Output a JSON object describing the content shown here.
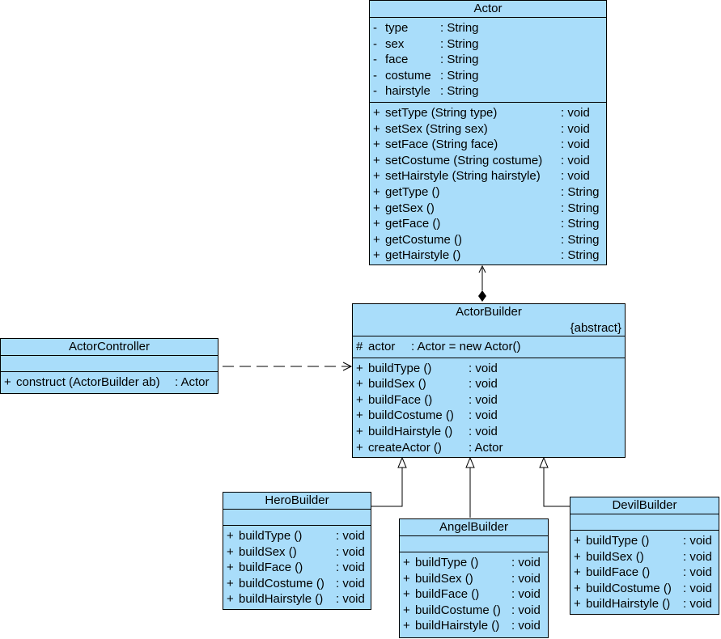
{
  "classes": {
    "actor": {
      "name": "Actor",
      "attributes": [
        {
          "vis": "-",
          "name": "type",
          "type": ": String"
        },
        {
          "vis": "-",
          "name": "sex",
          "type": ": String"
        },
        {
          "vis": "-",
          "name": "face",
          "type": ": String"
        },
        {
          "vis": "-",
          "name": "costume",
          "type": ": String"
        },
        {
          "vis": "-",
          "name": "hairstyle",
          "type": ": String"
        }
      ],
      "operations": [
        {
          "vis": "+",
          "name": "setType (String type)",
          "type": ": void"
        },
        {
          "vis": "+",
          "name": "setSex (String sex)",
          "type": ": void"
        },
        {
          "vis": "+",
          "name": "setFace (String face)",
          "type": ": void"
        },
        {
          "vis": "+",
          "name": "setCostume (String costume)",
          "type": ": void"
        },
        {
          "vis": "+",
          "name": "setHairstyle (String hairstyle)",
          "type": ": void"
        },
        {
          "vis": "+",
          "name": "getType ()",
          "type": ": String"
        },
        {
          "vis": "+",
          "name": "getSex ()",
          "type": ": String"
        },
        {
          "vis": "+",
          "name": "getFace ()",
          "type": ": String"
        },
        {
          "vis": "+",
          "name": "getCostume ()",
          "type": ": String"
        },
        {
          "vis": "+",
          "name": "getHairstyle ()",
          "type": ": String"
        }
      ]
    },
    "actor_builder": {
      "name": "ActorBuilder",
      "stereotype": "{abstract}",
      "attributes": [
        {
          "vis": "#",
          "name": "actor",
          "type": ": Actor  = new Actor()"
        }
      ],
      "operations": [
        {
          "vis": "+",
          "name": "buildType ()",
          "type": ": void"
        },
        {
          "vis": "+",
          "name": "buildSex ()",
          "type": ": void"
        },
        {
          "vis": "+",
          "name": "buildFace ()",
          "type": ": void"
        },
        {
          "vis": "+",
          "name": "buildCostume ()",
          "type": ": void"
        },
        {
          "vis": "+",
          "name": "buildHairstyle ()",
          "type": ": void"
        },
        {
          "vis": "+",
          "name": "createActor ()",
          "type": ": Actor"
        }
      ]
    },
    "actor_controller": {
      "name": "ActorController",
      "attributes": [],
      "operations": [
        {
          "vis": "+",
          "name": "construct (ActorBuilder ab)",
          "type": ": Actor"
        }
      ]
    },
    "hero_builder": {
      "name": "HeroBuilder",
      "attributes": [],
      "operations": [
        {
          "vis": "+",
          "name": "buildType ()",
          "type": ": void"
        },
        {
          "vis": "+",
          "name": "buildSex ()",
          "type": ": void"
        },
        {
          "vis": "+",
          "name": "buildFace ()",
          "type": ": void"
        },
        {
          "vis": "+",
          "name": "buildCostume ()",
          "type": ": void"
        },
        {
          "vis": "+",
          "name": "buildHairstyle ()",
          "type": ": void"
        }
      ]
    },
    "angel_builder": {
      "name": "AngelBuilder",
      "attributes": [],
      "operations": [
        {
          "vis": "+",
          "name": "buildType ()",
          "type": ": void"
        },
        {
          "vis": "+",
          "name": "buildSex ()",
          "type": ": void"
        },
        {
          "vis": "+",
          "name": "buildFace ()",
          "type": ": void"
        },
        {
          "vis": "+",
          "name": "buildCostume ()",
          "type": ": void"
        },
        {
          "vis": "+",
          "name": "buildHairstyle ()",
          "type": ": void"
        }
      ]
    },
    "devil_builder": {
      "name": "DevilBuilder",
      "attributes": [],
      "operations": [
        {
          "vis": "+",
          "name": "buildType ()",
          "type": ": void"
        },
        {
          "vis": "+",
          "name": "buildSex ()",
          "type": ": void"
        },
        {
          "vis": "+",
          "name": "buildFace ()",
          "type": ": void"
        },
        {
          "vis": "+",
          "name": "buildCostume ()",
          "type": ": void"
        },
        {
          "vis": "+",
          "name": "buildHairstyle ()",
          "type": ": void"
        }
      ]
    }
  },
  "colors": {
    "class_fill": "#a9ddfa",
    "line": "#000000"
  }
}
